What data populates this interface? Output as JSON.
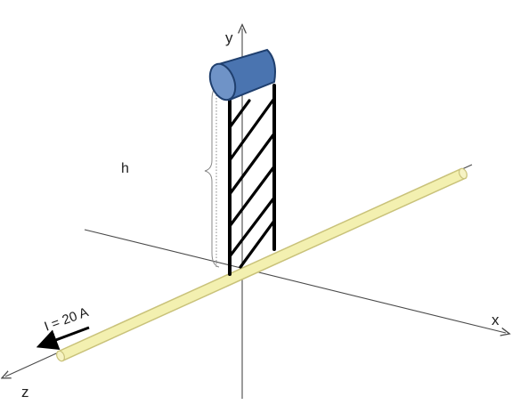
{
  "axes": {
    "x_label": "x",
    "y_label": "y",
    "z_label": "z"
  },
  "height_label": "h",
  "current_label": "I = 20 A",
  "colors": {
    "wire_fill": "#f3f0b0",
    "wire_edge": "#c9c27a",
    "cylinder_fill": "#4a74b0",
    "cylinder_edge": "#1f3f6e",
    "cylinder_cap": "#6f93c7",
    "axis": "#4a4a4a",
    "rails": "#000000"
  },
  "icons": {
    "current_direction": "arrow-left-icon"
  }
}
